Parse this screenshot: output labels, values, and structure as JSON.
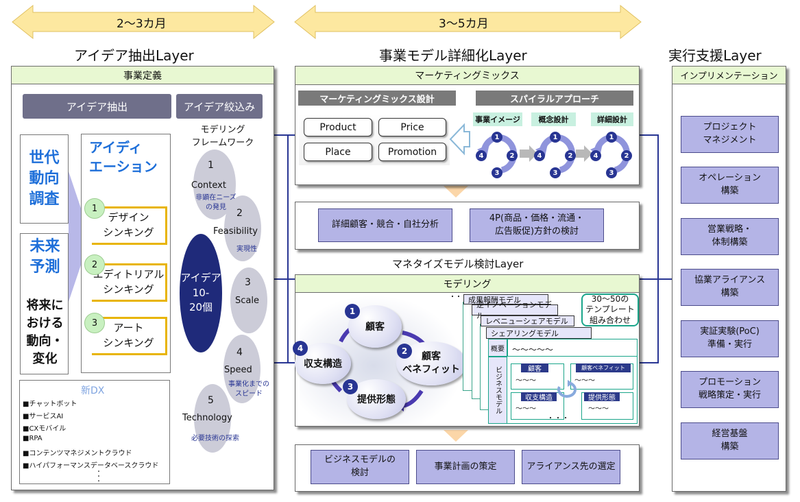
{
  "top": {
    "arrow_left": "2〜3カ月",
    "arrow_mid": "3〜5カ月",
    "layer_idea": "アイデア抽出Layer",
    "layer_detail": "事業モデル詳細化Layer",
    "layer_exec": "実行支援Layer"
  },
  "left": {
    "header": "事業定義",
    "idea_extract": "アイデア抽出",
    "idea_narrow": "アイデア絞込み",
    "gen_trend": [
      "世代",
      "動向",
      "調査"
    ],
    "future": [
      "未来",
      "予測"
    ],
    "future_sub": [
      "将来に",
      "おける",
      "動向・",
      "変化"
    ],
    "ideation": [
      "アイディ",
      "エーション"
    ],
    "thinking": [
      {
        "num": "1",
        "lines": [
          "デザイン",
          "シンキング"
        ]
      },
      {
        "num": "2",
        "lines": [
          "エディトリアル",
          "シンキング"
        ]
      },
      {
        "num": "3",
        "lines": [
          "アート",
          "シンキング"
        ]
      }
    ],
    "framework": [
      "モデリング",
      "フレームワーク"
    ],
    "context_num": "1",
    "context": "Context",
    "context_sub": [
      "非顕在ニーズ",
      "の発見"
    ],
    "feas_num": "2",
    "feasibility": "Feasibility",
    "feas_sub": "実現性",
    "scale_num": "3",
    "scale": "Scale",
    "speed_num": "4",
    "speed": "Speed",
    "speed_sub": [
      "事業化までの",
      "スピード"
    ],
    "tech_num": "5",
    "technology": "Technology",
    "tech_sub": "必要技術の探索",
    "ideas": [
      "アイデア",
      "10-",
      "20個"
    ],
    "newdx_title": "新DX",
    "newdx_items": [
      "■チャットボット",
      "■サービスAI",
      "■CXモバイル",
      "■RPA",
      "■コンテンツマネジメントクラウド",
      "■ハイパフォーマンスデータベースクラウド"
    ],
    "vdots": "・\n・\n・"
  },
  "middle": {
    "mm_header": "マーケティングミックス",
    "mm_design": "マーケティングミックス設計",
    "spiral": "スパイラルアプローチ",
    "four_p": [
      "Product",
      "Price",
      "Place",
      "Promotion"
    ],
    "phases": [
      "事業イメージ",
      "概念設計",
      "詳細設計"
    ],
    "cycle_nums": [
      "1",
      "2",
      "3",
      "4"
    ],
    "analysis": "詳細顧客・競合・自社分析",
    "policy": [
      "4P(商品・価格・流通・",
      "広告販促)方針の検討"
    ],
    "monetize_layer": "マネタイズモデル検討Layer",
    "modeling": "モデリング",
    "cycle": [
      {
        "num": "1",
        "label": "顧客"
      },
      {
        "num": "2",
        "label": "顧客\nベネフィット"
      },
      {
        "num": "3",
        "label": "提供形態"
      },
      {
        "num": "4",
        "label": "収支構造"
      }
    ],
    "templates": [
      "成果報酬モデル",
      "逆イノベーションモデル",
      "レベニューシェアモデル",
      "シェアリングモデル"
    ],
    "template_note": [
      "30〜50の",
      "テンプレート",
      "組み合わせ"
    ],
    "overview": "概要",
    "overview_val": "～～～～～",
    "bizmodel_vert": "ビジネスモデル",
    "canvas_cells": [
      "顧客",
      "顧客ベネフィット",
      "収支構造",
      "提供形態"
    ],
    "cell_val": "～～～",
    "dots": "・・・",
    "bottom_boxes": [
      [
        "ビジネスモデルの",
        "検討"
      ],
      [
        "事業計画の策定"
      ],
      [
        "アライアンス先の選定"
      ]
    ]
  },
  "right": {
    "header": "インプリメンテーション",
    "items": [
      [
        "プロジェクト",
        "マネジメント"
      ],
      [
        "オペレーション",
        "構築"
      ],
      [
        "営業戦略・",
        "体制構築"
      ],
      [
        "協業アライアンス",
        "構築"
      ],
      [
        "実証実験(PoC)",
        "準備・実行"
      ],
      [
        "プロモーション",
        "戦略策定・実行"
      ],
      [
        "経営基盤",
        "構築"
      ]
    ]
  },
  "colors": {
    "navy": "#283593",
    "purple": "#b4b4e6",
    "green_header": "#e8f8d2",
    "yellow": "#e8b400",
    "arrow": "#fde8a0",
    "teal": "#1aa58a"
  }
}
